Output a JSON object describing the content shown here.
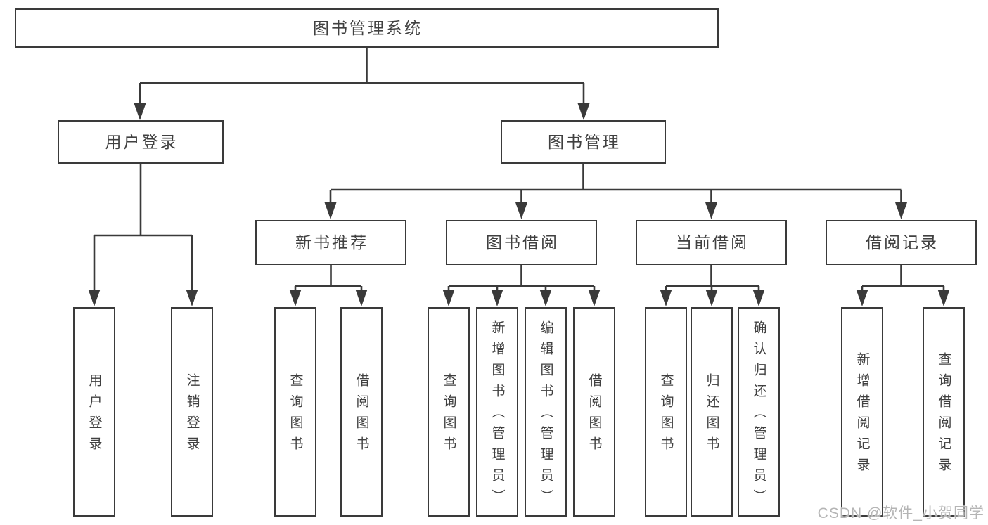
{
  "colors": {
    "line": "#3a3a3a",
    "box_border": "#3a3a3a",
    "text": "#404040",
    "watermark": "#b5b5b5",
    "background": "#ffffff"
  },
  "tree": {
    "root": {
      "label": "图书管理系统"
    },
    "branches": [
      {
        "label": "用户登录",
        "children": [
          {
            "label": "用户登录"
          },
          {
            "label": "注销登录"
          }
        ]
      },
      {
        "label": "图书管理",
        "children": [
          {
            "label": "新书推荐",
            "children": [
              {
                "label": "查询图书"
              },
              {
                "label": "借阅图书"
              }
            ]
          },
          {
            "label": "图书借阅",
            "children": [
              {
                "label": "查询图书"
              },
              {
                "label": "新增图书（管理员）"
              },
              {
                "label": "编辑图书（管理员）"
              },
              {
                "label": "借阅图书"
              }
            ]
          },
          {
            "label": "当前借阅",
            "children": [
              {
                "label": "查询图书"
              },
              {
                "label": "归还图书"
              },
              {
                "label": "确认归还（管理员）"
              }
            ]
          },
          {
            "label": "借阅记录",
            "children": [
              {
                "label": "新增借阅记录"
              },
              {
                "label": "查询借阅记录"
              }
            ]
          }
        ]
      }
    ]
  },
  "watermark": {
    "text": "CSDN @软件_小贺同学"
  }
}
